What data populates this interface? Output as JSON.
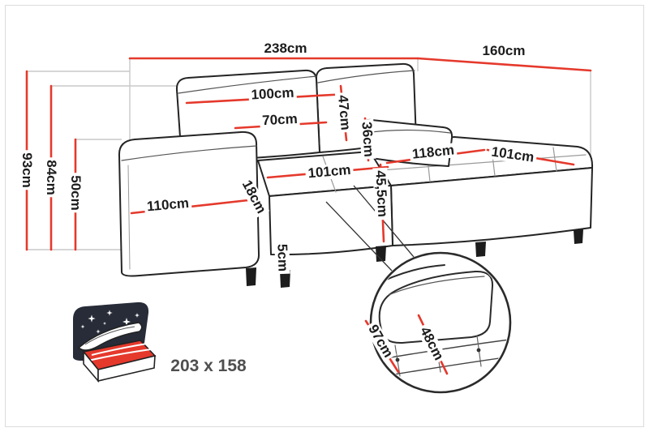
{
  "diagram": {
    "labels": {
      "total_width": "238cm",
      "chaise_depth": "160cm",
      "back_cushion_width": "100cm",
      "back_cushion_inner_width": "70cm",
      "back_cushion_height": "47cm",
      "chaise_cushion_height": "36cm",
      "chaise_surface_length": "118cm",
      "chaise_surface_width": "101cm",
      "seat_width": "101cm",
      "total_height": "93cm",
      "backrest_height": "84cm",
      "armrest_height": "50cm",
      "armrest_length": "110cm",
      "armrest_width": "18cm",
      "seat_height": "45,5cm",
      "leg_height": "5cm"
    },
    "inset": {
      "pillow_width": "97cm",
      "seat_cushion_width": "48cm"
    },
    "bed": {
      "sleeping_area": "203 x 158"
    },
    "icons": {
      "bed_sleep": "bed-with-stars-sleep-function"
    },
    "colors": {
      "dimension_red": "#e5392c",
      "outline_black": "#242424",
      "guide_gray": "#c9c9c9",
      "night_sky": "#272c38",
      "size_text": "#4f4f4f"
    }
  }
}
